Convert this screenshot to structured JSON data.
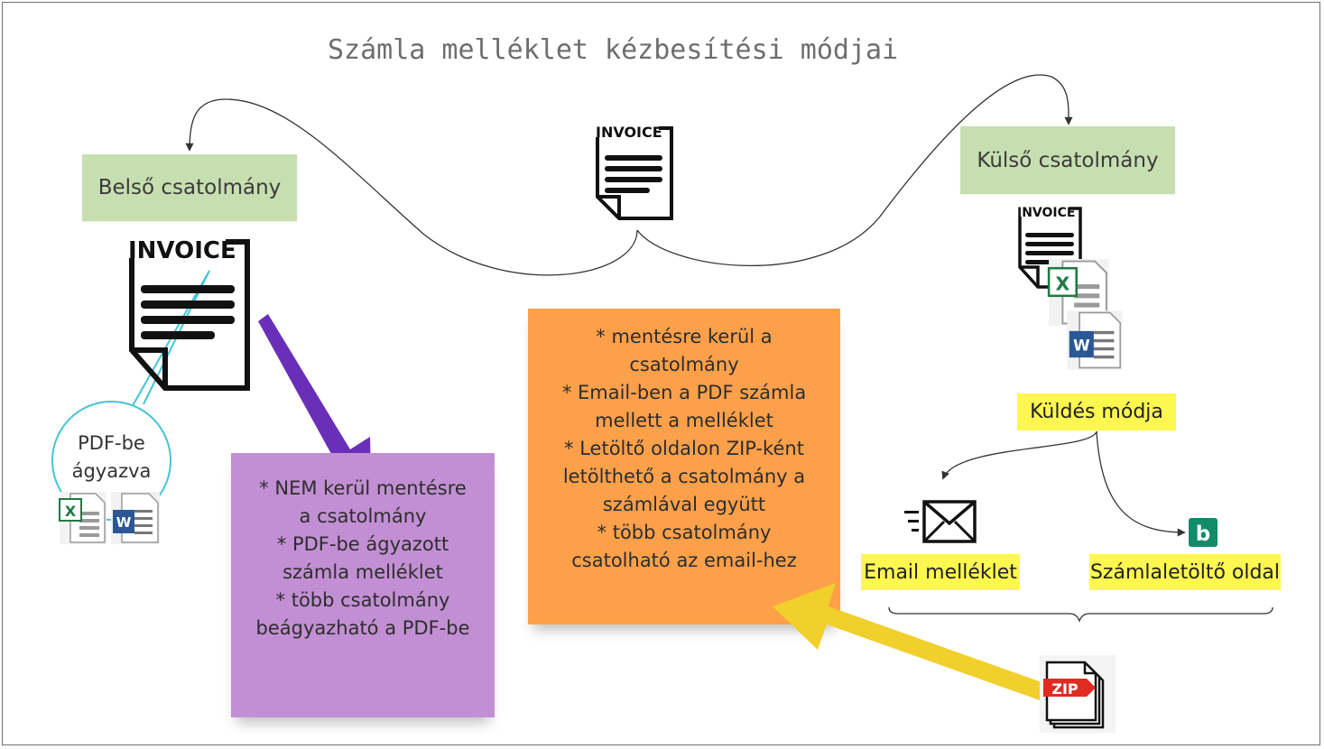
{
  "title": "Számla melléklet kézbesítési módjai",
  "invoice_word": "INVOICE",
  "internal": {
    "label": "Belső csatolmány",
    "bubble": "PDF-be\nágyazva",
    "note": "* NEM kerül mentésre\na csatolmány\n*  PDF-be ágyazott\nszámla melléklet\n* több csatolmány\nbeágyazható a PDF-be"
  },
  "external": {
    "label": "Külső csatolmány",
    "note": "* mentésre kerül a\ncsatolmány\n* Email-ben a PDF számla\nmellett  a melléklet\n* Letöltő oldalon ZIP-ként\nletölthető a csatolmány a\nszámlával együtt\n* több csatolmány\ncsatolható az email-hez",
    "send_mode": "Küldés módja",
    "email_label": "Email melléklet",
    "download_label": "Számlaletöltő oldal"
  },
  "icons": {
    "excel_letter": "X",
    "word_letter": "W",
    "zip_letter": "ZIP",
    "download_site_letter": "b"
  },
  "colors": {
    "green_label": "#c7dfb0",
    "yellow_label": "#fef750",
    "purple_note": "#c38fd4",
    "orange_note": "#fda04a",
    "purple_arrow": "#6a2fb8",
    "yellow_arrow": "#f1cf2c",
    "bubble_outline": "#44c4d6"
  }
}
